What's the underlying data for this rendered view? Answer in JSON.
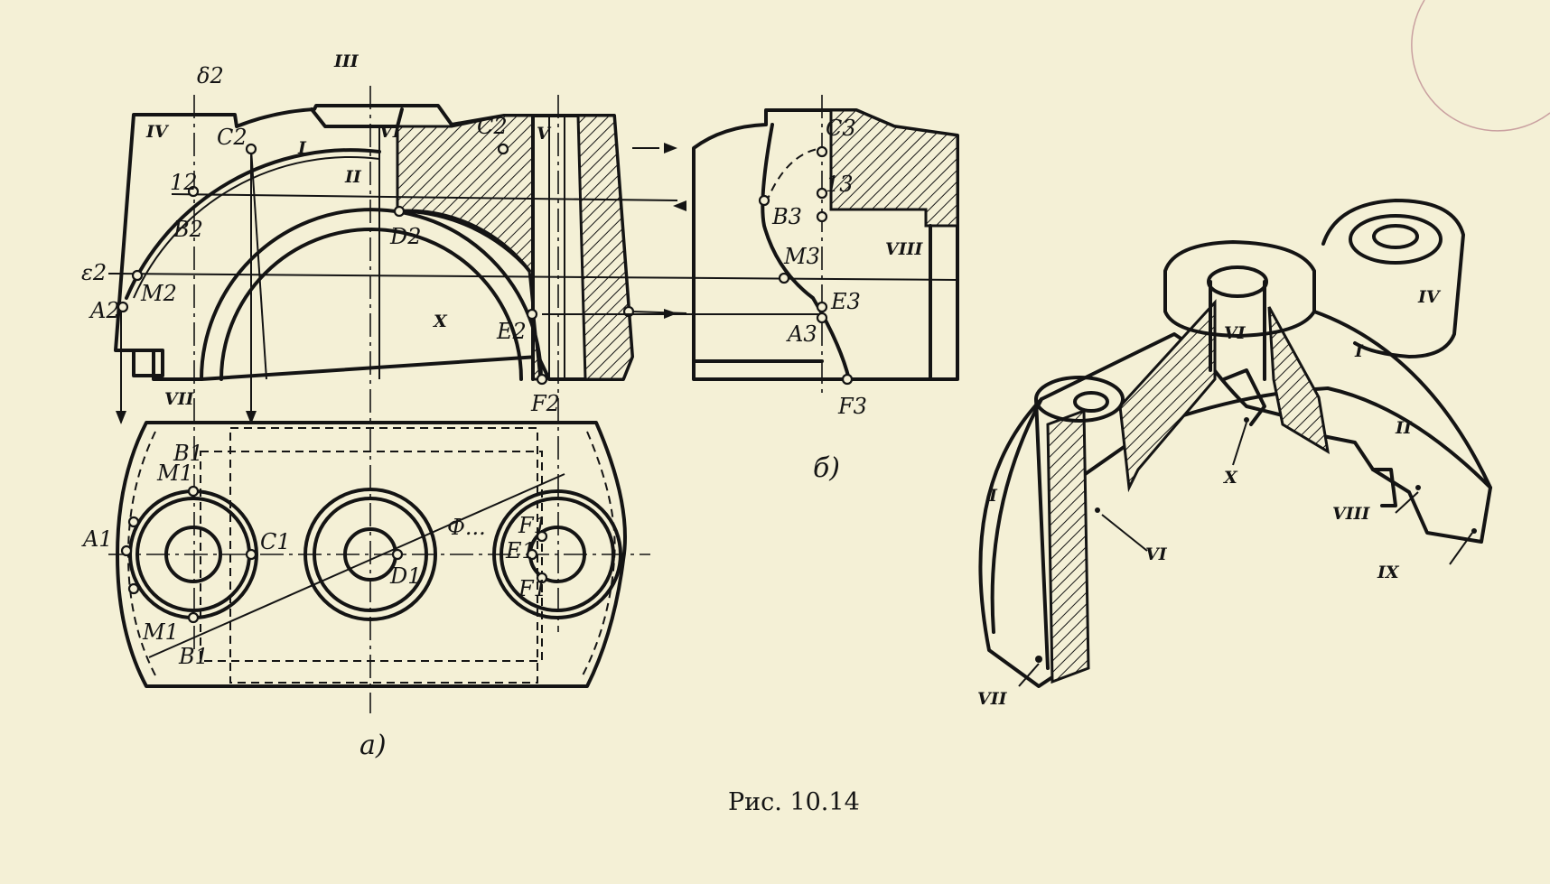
{
  "figure_caption": "Рис. 10.14",
  "view_labels": {
    "a": "а)",
    "b": "б)"
  },
  "points_front": [
    "δ2",
    "C2",
    "C2",
    "12",
    "B2",
    "ε2",
    "M2",
    "A2",
    "D2",
    "E2",
    "F2"
  ],
  "points_top": [
    "B1",
    "M1",
    "A1",
    "C1",
    "M1",
    "B1",
    "D1",
    "F1",
    "E1",
    "F1",
    "Ф..."
  ],
  "points_side": [
    "C3",
    "13",
    "B3",
    "M3",
    "E3",
    "A3",
    "F3"
  ],
  "region_numerals_front": [
    "III",
    "IV",
    "I",
    "II",
    "VI",
    "V",
    "VII",
    "X"
  ],
  "region_numerals_side": [
    "VIII"
  ],
  "region_numerals_iso": [
    "IV",
    "VI",
    "I",
    "I",
    "II",
    "X",
    "VIII",
    "VI",
    "IX",
    "VII"
  ],
  "colors": {
    "paper": "#f4f0d6",
    "ink": "#141414"
  }
}
